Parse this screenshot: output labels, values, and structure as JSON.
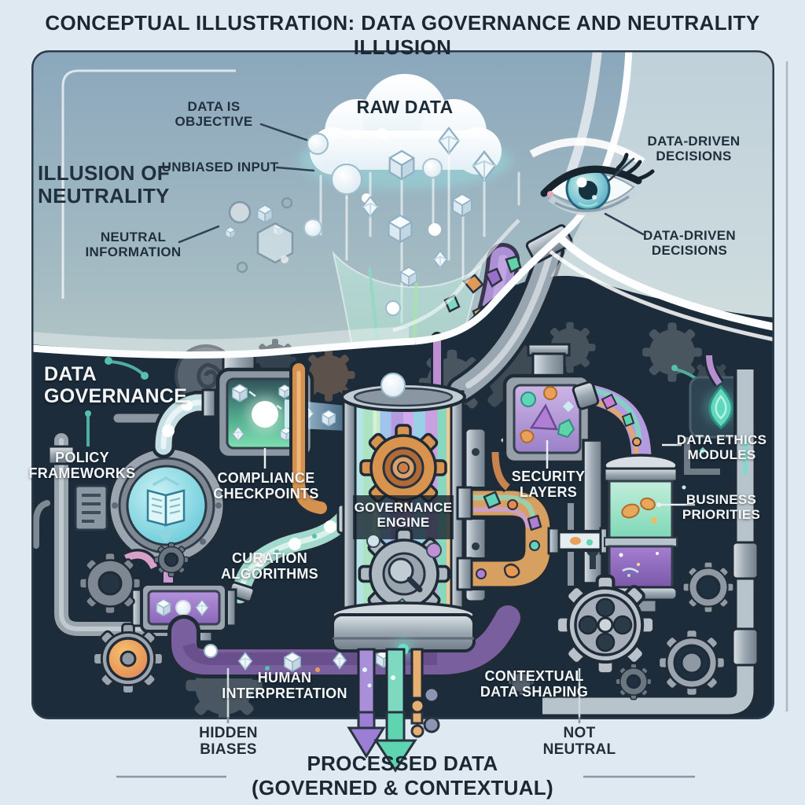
{
  "title": "CONCEPTUAL ILLUSTRATION: DATA GOVERNANCE AND NEUTRALITY ILLUSION",
  "sky": {
    "cloud": "RAW DATA",
    "illusion": "ILLUSION OF NEUTRALITY",
    "data_objective": "DATA IS OBJECTIVE",
    "unbiased_input": "UNBIASED INPUT",
    "neutral_information": "NEUTRAL INFORMATION",
    "decisions_top": "DATA-DRIVEN DECISIONS",
    "decisions_bottom": "DATA-DRIVEN DECISIONS"
  },
  "machine": {
    "zone": "DATA GOVERNANCE",
    "policy": "POLICY FRAMEWORKS",
    "compliance": "COMPLIANCE CHECKPOINTS",
    "engine": "GOVERNANCE ENGINE",
    "security": "SECURITY LAYERS",
    "ethics": "DATA ETHICS MODULES",
    "business": "BUSINESS PRIORITIES",
    "curation": "CURATION ALGORITHMS",
    "human": "HUMAN INTERPRETATION",
    "contextual": "CONTEXTUAL DATA SHAPING"
  },
  "footer": {
    "hidden": "HIDDEN BIASES",
    "not_neutral": "NOT NEUTRAL",
    "processed_1": "PROCESSED DATA",
    "processed_2": "(GOVERNED & CONTEXTUAL)"
  },
  "icons": [
    "cloud-icon",
    "eye-icon",
    "gear-icon",
    "book-icon",
    "droplet-icon",
    "document-icon",
    "arrow-down-icon",
    "pipe",
    "cube-icon",
    "diamond-icon",
    "sphere-icon"
  ],
  "colors": {
    "page_bg": "#dfe9f1",
    "sky_top": "#8ba7bc",
    "sky_bottom": "#e2ebd9",
    "dark_zone": "#1c2c3a",
    "veil": "#f7fbfd",
    "label_dark": "#21303d",
    "label_light": "#f3f7f9",
    "arrow_purple": "#9b7fd4",
    "arrow_teal": "#5fd4b0",
    "accent_orange": "#d8934f",
    "accent_teal": "#5fd4b8",
    "accent_purple": "#a98fd8",
    "iris_teal": "#3e93ad"
  }
}
